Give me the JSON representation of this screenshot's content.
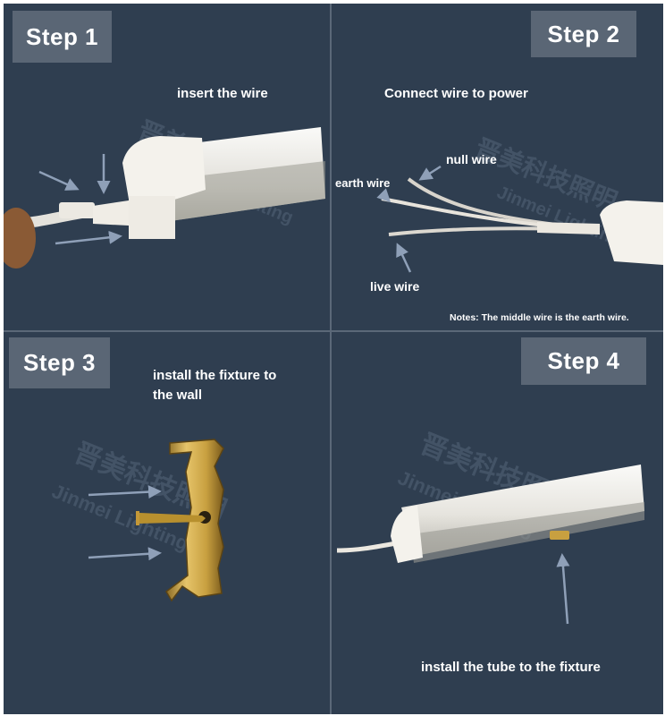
{
  "steps": [
    {
      "badge": "Step 1",
      "caption": "insert the wire"
    },
    {
      "badge": "Step 2",
      "caption": "Connect wire to power",
      "labels": {
        "null_wire": "null wire",
        "earth_wire": "earth wire",
        "live_wire": "live wire"
      },
      "note": "Notes: The middle wire is the  earth wire."
    },
    {
      "badge": "Step  3",
      "caption_line1": "install the fixture to",
      "caption_line2": "the wall"
    },
    {
      "badge": "Step 4",
      "caption": "install the tube to the fixture"
    }
  ],
  "watermark": {
    "chinese": "晋美科技照明",
    "latin": "Jinmei Lighting"
  },
  "colors": {
    "panel_bg": "#2f3e50",
    "badge_bg": "#5a6675",
    "divider": "#5b6878",
    "arrow": "#8fa0b8",
    "tube": "#e8e6e2",
    "bracket": "#c8a040"
  }
}
